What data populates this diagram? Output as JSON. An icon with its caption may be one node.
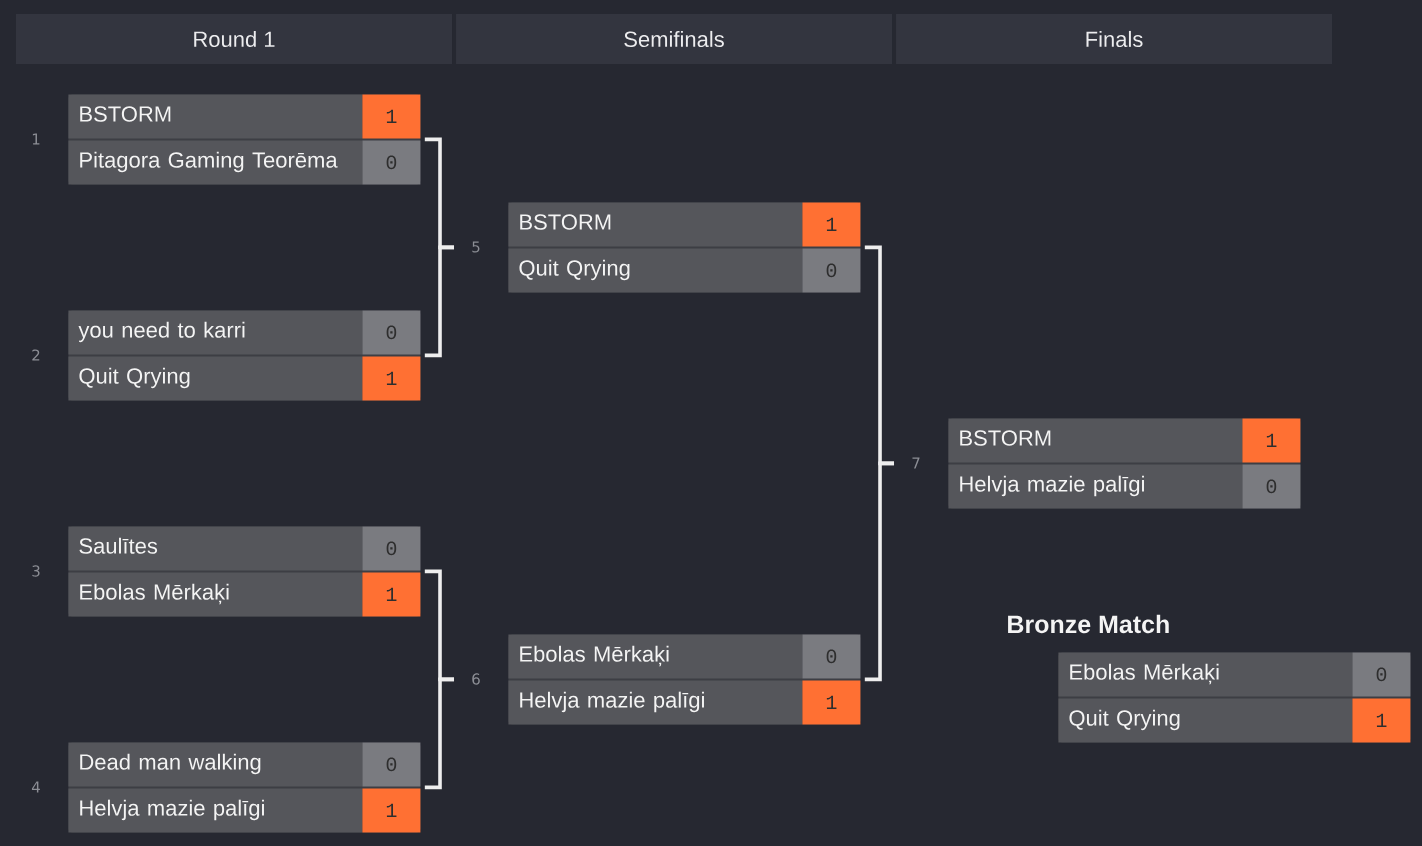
{
  "diagram": {
    "nodes": [
      {
        "text": [
          "Round 1"
        ]
      },
      {
        "text": [
          "Semifinals"
        ]
      },
      {
        "text": [
          "Finals"
        ]
      },
      {
        "text": [
          "BSTORM",
          "1",
          "Pitagora Gaming Teorēma",
          "0"
        ],
        "beside": [
          "1"
        ]
      },
      {
        "text": [
          "you need to karri",
          "0",
          "Quit Qrying",
          "1"
        ],
        "beside": [
          "2"
        ]
      },
      {
        "text": [
          "Saulītes",
          "0",
          "Ebolas Mērkaķi",
          "1"
        ],
        "beside": [
          "3"
        ]
      },
      {
        "text": [
          "Dead man walking",
          "0",
          "Helvja mazie palīgi",
          "1"
        ],
        "beside": [
          "4"
        ]
      },
      {
        "text": [
          "BSTORM",
          "1",
          "Quit Qrying",
          "0"
        ],
        "beside": [
          "5"
        ]
      },
      {
        "text": [
          "Ebolas Mērkaķi",
          "0",
          "Helvja mazie palīgi",
          "1"
        ],
        "beside": [
          "6"
        ]
      },
      {
        "text": [
          "BSTORM",
          "1",
          "Helvja mazie palīgi",
          "0"
        ],
        "beside": [
          "7"
        ]
      },
      {
        "text": [
          "Bronze Match",
          "Ebolas Mērkaķi",
          "0",
          "Quit Qrying",
          "1"
        ]
      }
    ],
    "edges": [
      {
        "from": 3,
        "to": 7,
        "arrow": "none"
      },
      {
        "from": 4,
        "to": 7,
        "arrow": "none"
      },
      {
        "from": 5,
        "to": 8,
        "arrow": "none"
      },
      {
        "from": 6,
        "to": 8,
        "arrow": "none"
      },
      {
        "from": 7,
        "to": 9,
        "arrow": "none"
      },
      {
        "from": 8,
        "to": 9,
        "arrow": "none"
      }
    ]
  }
}
